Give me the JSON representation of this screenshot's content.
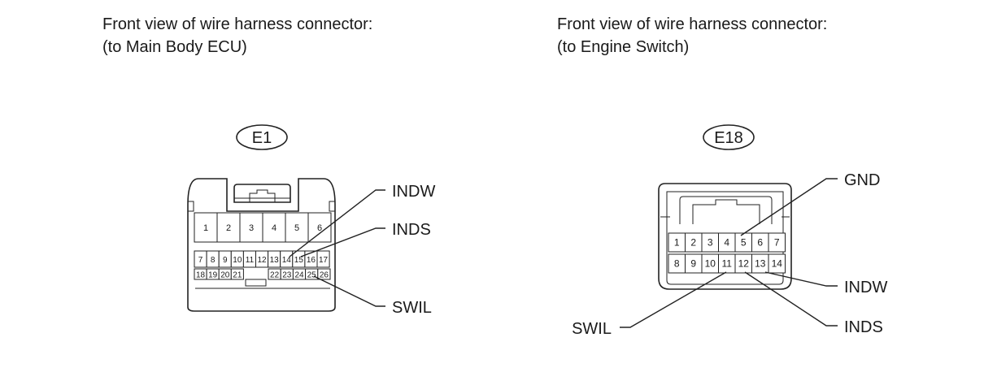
{
  "left": {
    "heading_line1": "Front view of wire harness connector:",
    "heading_line2": "(to Main Body ECU)",
    "connector_id": "E1",
    "pins_top": [
      "1",
      "2",
      "3",
      "4",
      "5",
      "6"
    ],
    "pins_mid": [
      "7",
      "8",
      "9",
      "10",
      "11",
      "12",
      "13",
      "14",
      "15",
      "16",
      "17"
    ],
    "pins_bottom_left": [
      "18",
      "19",
      "20",
      "21"
    ],
    "pins_bottom_right": [
      "22",
      "23",
      "24",
      "25",
      "26"
    ],
    "signals": [
      {
        "label": "INDW",
        "pin": "14"
      },
      {
        "label": "INDS",
        "pin": "15"
      },
      {
        "label": "SWIL",
        "pin": "25"
      }
    ]
  },
  "right": {
    "heading_line1": "Front view of wire harness connector:",
    "heading_line2": "(to Engine Switch)",
    "connector_id": "E18",
    "pins_row1": [
      "1",
      "2",
      "3",
      "4",
      "5",
      "6",
      "7"
    ],
    "pins_row2": [
      "8",
      "9",
      "10",
      "11",
      "12",
      "13",
      "14"
    ],
    "signals": [
      {
        "label": "GND",
        "pin": "5"
      },
      {
        "label": "INDW",
        "pin": "13"
      },
      {
        "label": "INDS",
        "pin": "12"
      },
      {
        "label": "SWIL",
        "pin": "11"
      }
    ]
  }
}
